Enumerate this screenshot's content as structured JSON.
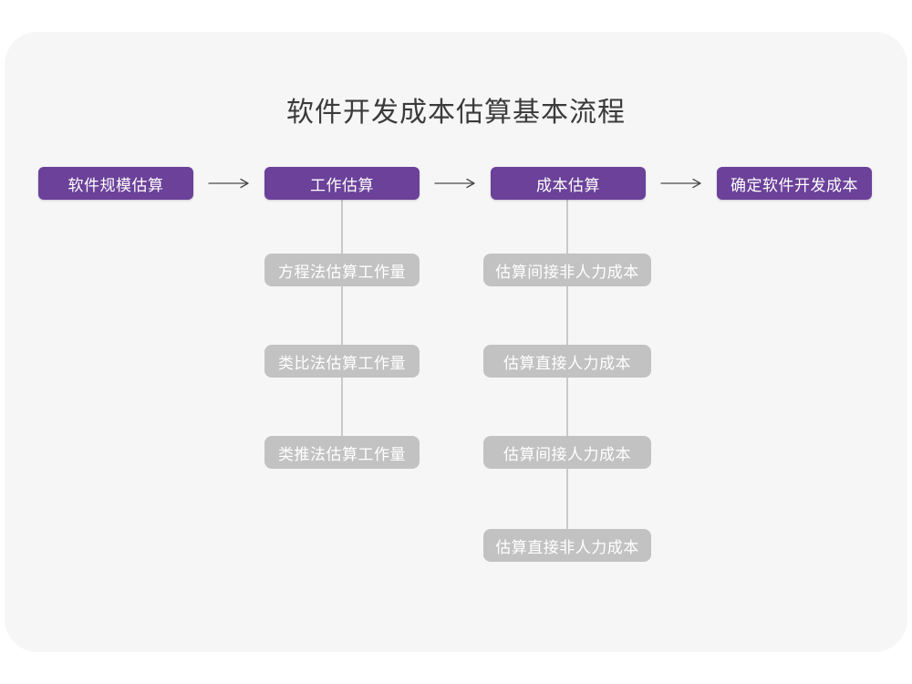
{
  "title": "软件开发成本估算基本流程",
  "flow": {
    "stages": [
      {
        "label": "软件规模估算"
      },
      {
        "label": "工作估算"
      },
      {
        "label": "成本估算"
      },
      {
        "label": "确定软件开发成本"
      }
    ],
    "work_methods": [
      {
        "label": "方程法估算工作量"
      },
      {
        "label": "类比法估算工作量"
      },
      {
        "label": "类推法估算工作量"
      }
    ],
    "cost_items": [
      {
        "label": "估算间接非人力成本"
      },
      {
        "label": "估算直接人力成本"
      },
      {
        "label": "估算间接人力成本"
      },
      {
        "label": "估算直接非人力成本"
      }
    ]
  },
  "colors": {
    "stage_fill": "#6b4199",
    "sub_fill": "#c2c2c2",
    "canvas": "#f6f6f7",
    "arrow": "#4a4a4a",
    "connector": "#c9c9c9",
    "title_text": "#3b3b3b"
  }
}
